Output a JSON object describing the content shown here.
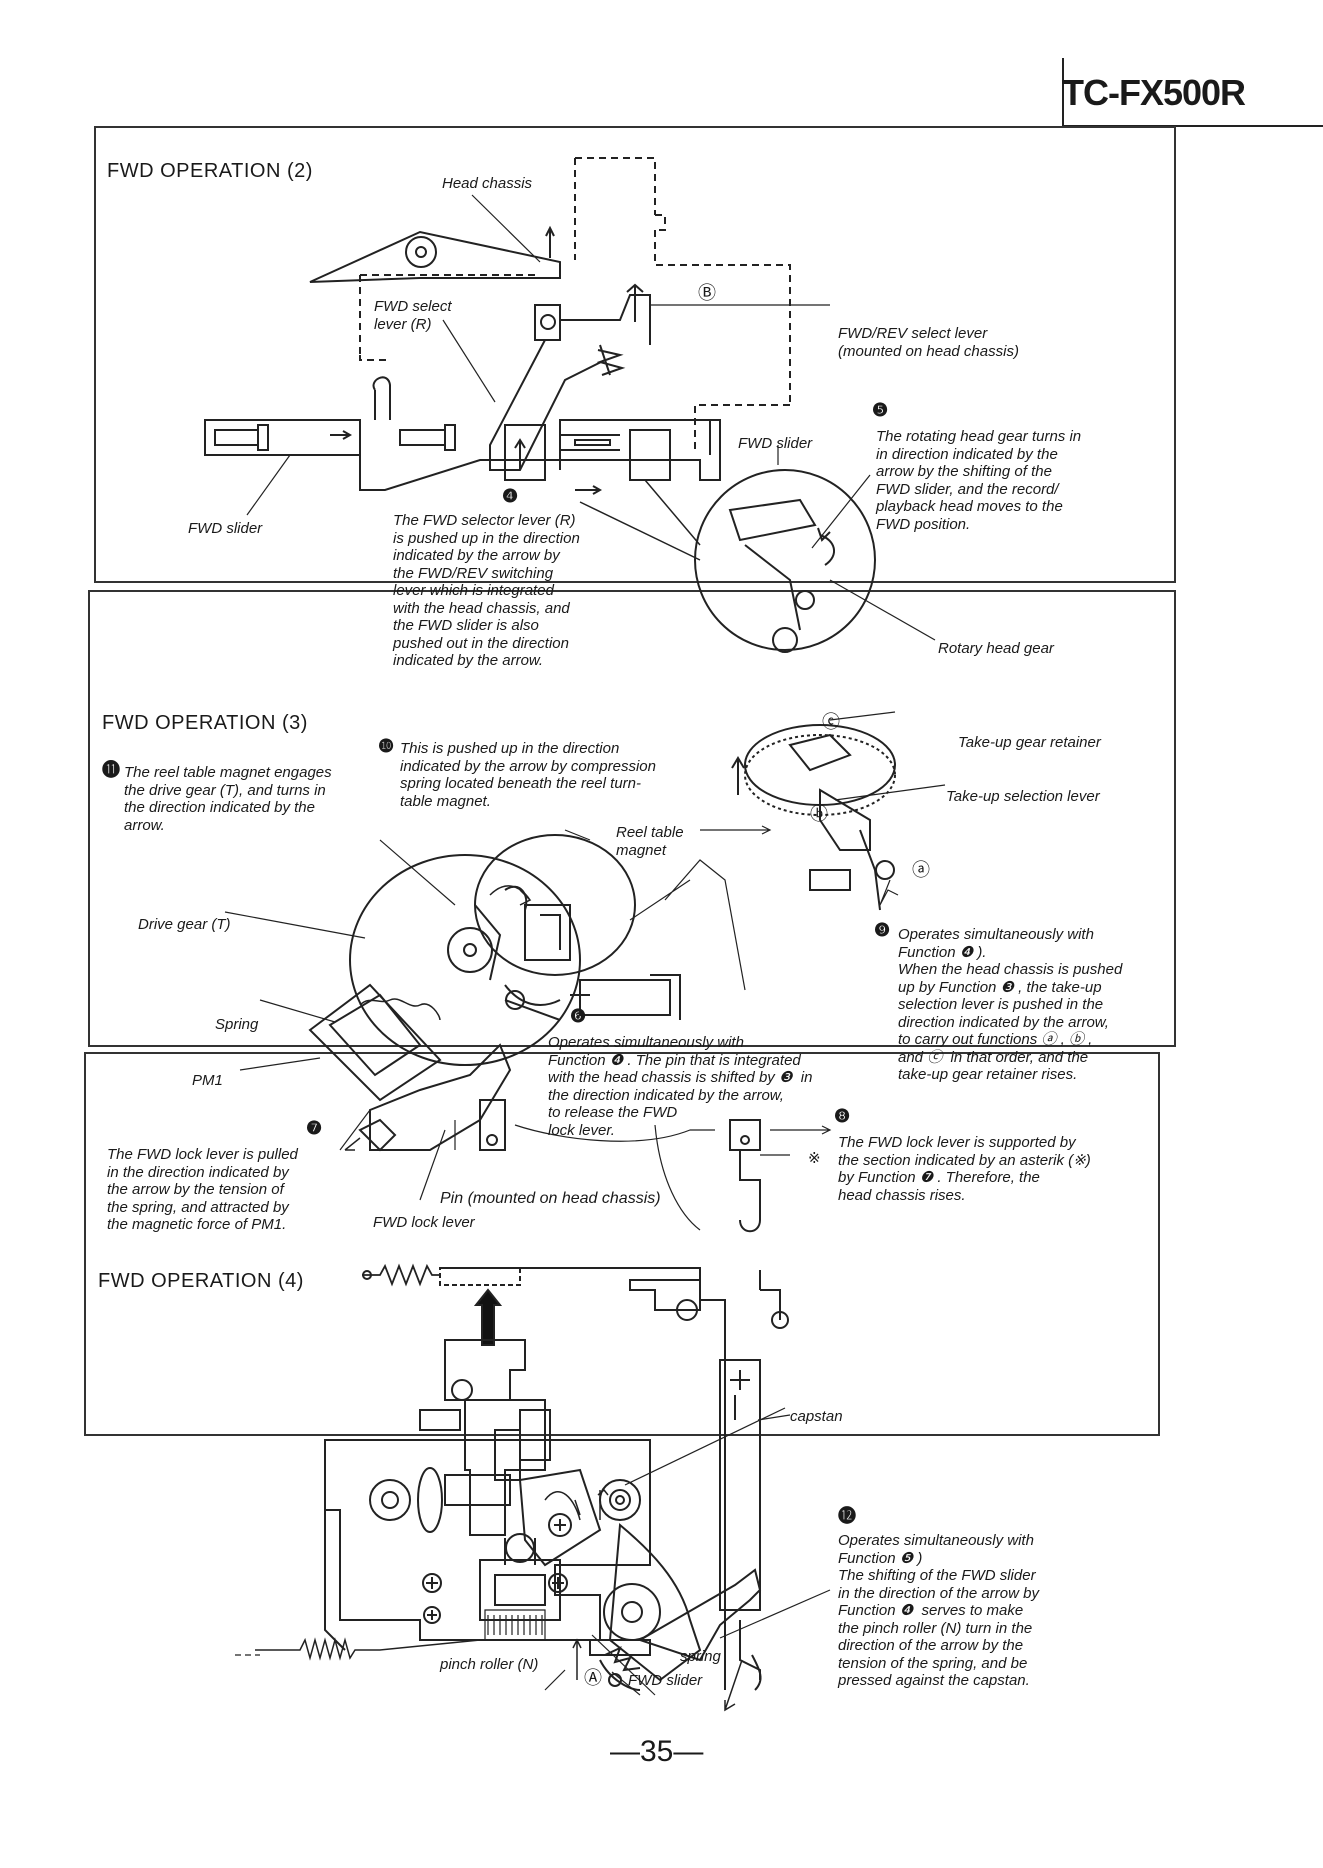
{
  "model": "TC-FX500R",
  "page_number": "—35—",
  "panel2": {
    "title": "FWD OPERATION (2)",
    "head_chassis": "Head chassis",
    "fwd_select_lever": "FWD select\nlever (R)",
    "fwd_rev_select_lever": "FWD/REV select lever\n(mounted on head chassis)",
    "fwd_slider_left": "FWD slider",
    "fwd_slider_right": "FWD slider",
    "rotary_head_gear": "Rotary head gear",
    "marker_b": "Ⓑ",
    "step4_num": "❹",
    "step4_text": "The FWD selector lever (R)\nis pushed up in the direction\nindicated by the arrow by\nthe FWD/REV switching\nlever which is integrated\nwith the head chassis, and\nthe FWD slider is also\npushed out in the direction\nindicated by the arrow.",
    "step5_num": "❺",
    "step5_text": "The rotating head gear turns in\nin direction indicated by the\narrow by the shifting of the\nFWD slider, and the record/\nplayback head moves to the\nFWD position."
  },
  "panel3": {
    "title": "FWD OPERATION (3)",
    "step11_num": "⓫",
    "step11_text": "The reel table magnet engages\nthe drive gear (T), and turns in\nthe direction indicated by the\narrow.",
    "step10_num": "❿",
    "step10_text": "This is pushed up in the direction\nindicated by the arrow by compression\nspring located beneath the reel turn-\ntable magnet.",
    "reel_table_magnet": "Reel table\nmagnet",
    "take_up_gear_retainer": "Take-up gear retainer",
    "take_up_selection_lever": "Take-up selection lever",
    "marker_c": "ⓒ",
    "marker_b": "ⓑ",
    "marker_a": "ⓐ",
    "drive_gear": "Drive gear (T)",
    "spring": "Spring",
    "pm1": "PM1",
    "step6_num": "❻",
    "step6_text": "Operates simultaneously with\nFunction ❹ . The pin that is integrated\nwith the head chassis is shifted by ❸  in\nthe direction indicated by the arrow,\nto release the FWD\nlock lever.",
    "step9_num": "❾",
    "step9_text": "Operates simultaneously with\nFunction ❹ ).\nWhen the head chassis is pushed\nup by Function ❸ , the take-up\nselection lever is pushed in the\ndirection indicated by the arrow,\nto carry out functions ⓐ , ⓑ ,\nand ⓒ  in that order, and the\ntake-up gear retainer rises.",
    "step7_num": "❼",
    "step7_text": "The FWD lock lever is pulled\nin the direction indicated by\nthe arrow by the tension of\nthe spring, and attracted by\nthe magnetic force of PM1.",
    "pin_label": "Pin (mounted on head chassis)",
    "fwd_lock_lever": "FWD lock lever",
    "step8_num": "❽",
    "asterisk": "※",
    "step8_text": "The FWD lock lever is supported by\nthe section indicated by an asterik (※)\nby Function ❼ . Therefore, the\nhead chassis rises."
  },
  "panel4": {
    "title": "FWD OPERATION (4)",
    "capstan": "capstan",
    "spring": "spring",
    "pinch_roller": "pinch roller (N)",
    "marker_a": "Ⓐ",
    "fwd_slider": "FWD slider",
    "step12_num": "⓬",
    "step12_text": "Operates simultaneously with\nFunction ❺ )\nThe shifting of the FWD slider\nin the direction of the arrow by\nFunction ❹  serves to make\nthe pinch roller (N) turn in the\ndirection of the arrow by the\ntension of the spring, and be\npressed against the capstan."
  }
}
